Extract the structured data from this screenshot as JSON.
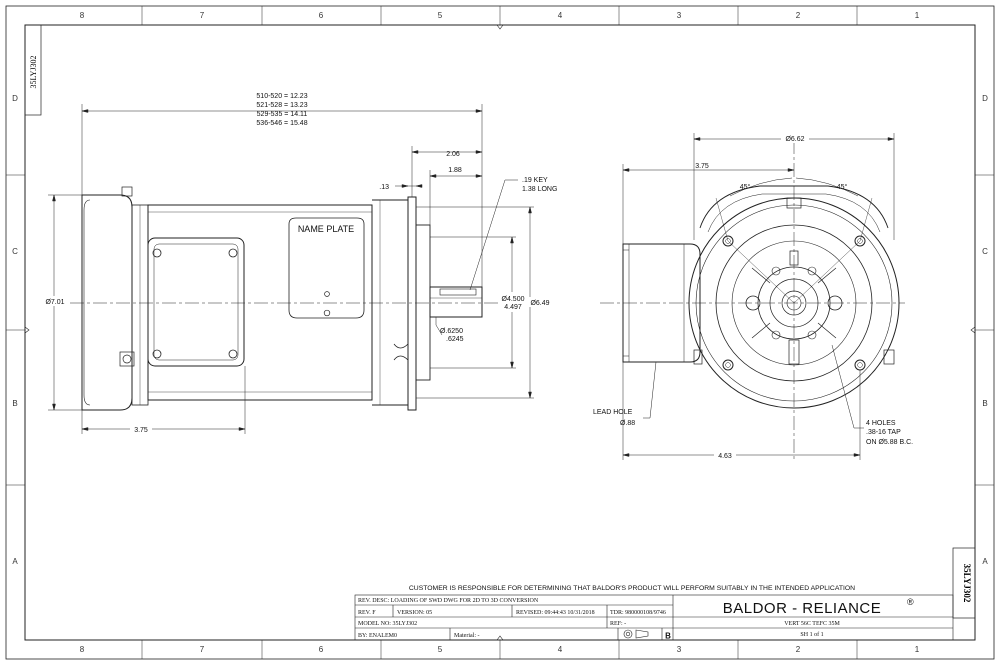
{
  "zones": {
    "columns": [
      "8",
      "7",
      "6",
      "5",
      "4",
      "3",
      "2",
      "1"
    ],
    "rows": [
      "D",
      "C",
      "B",
      "A"
    ]
  },
  "drawing_number": "35LYJ302",
  "side_view": {
    "length_table": [
      "510-520 = 12.23",
      "521-528 = 13.23",
      "529-535 = 14.11",
      "536-546 = 15.48"
    ],
    "dim_206": "2.06",
    "dim_188": "1.88",
    "dim_013": ".13",
    "key_line1": ".19 KEY",
    "key_line2": "1.38 LONG",
    "name_plate": "NAME PLATE",
    "dia_701": "Ø7.01",
    "dia_4500": "Ø4.500",
    "dia_4497": "4.497",
    "dia_649": "Ø6.49",
    "dia_6250": "Ø.6250",
    "dia_6245": ".6245",
    "dim_375_bottom": "3.75"
  },
  "front_view": {
    "dia_662": "Ø6.62",
    "dim_375": "3.75",
    "angle_left": "45°",
    "angle_right": "45°",
    "lead_hole_label": "LEAD HOLE",
    "lead_hole_dia": "Ø.88",
    "dim_463": "4.63",
    "holes_line1": "4 HOLES",
    "holes_line2": ".38-16 TAP",
    "holes_line3": "ON Ø5.88 B.C."
  },
  "title_block": {
    "notice": "CUSTOMER IS RESPONSIBLE FOR DETERMINING THAT BALDOR'S PRODUCT WILL PERFORM SUITABLY IN THE INTENDED APPLICATION",
    "rev_desc": "REV. DESC: LOADING OF SWD DWG FOR 2D TO 3D CONVERSION",
    "rev": "REV.  F",
    "version": "VERSION:  05",
    "revised": "REVISED:  09:44:43 10/31/2018",
    "tdr": "TDR:  980000108/9746",
    "model_no": "MODEL NO:  35LYJ302",
    "ref": "REF:  -",
    "by": "BY:  ENALEM0",
    "material": "Material:   -",
    "brand": "BALDOR - RELIANCE",
    "brand_mark": "®",
    "description": "VERT 56C TEFC 35M",
    "sheet": "SH 1 of 1",
    "size": "B"
  }
}
